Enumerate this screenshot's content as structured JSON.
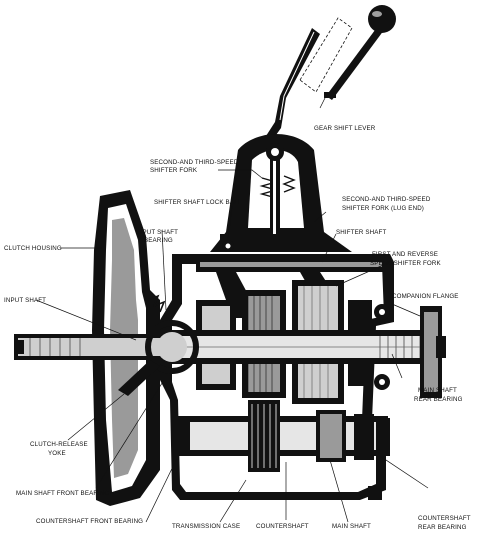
{
  "figure": {
    "labels": {
      "gear_shift_lever": "GEAR SHIFT LEVER",
      "second_third_fork_1": "SECOND-AND THIRD-SPEED",
      "second_third_fork_2": "SHIFTER FORK",
      "second_third_lug_1": "SECOND-AND THIRD-SPEED",
      "second_third_lug_2": "SHIFTER FORK (LUG END)",
      "lock_ball": "SHIFTER SHAFT LOCK BALL",
      "clutch_housing": "CLUTCH HOUSING",
      "input_shaft_bearing_1": "INPUT SHAFT",
      "input_shaft_bearing_2": "BEARING",
      "shifter_shaft": "SHIFTER SHAFT",
      "first_reverse_1": "FIRST AND REVERSE",
      "first_reverse_2": "SPEED SHIFTER FORK",
      "input_shaft": "INPUT SHAFT",
      "companion_flange": "COMPANION FLANGE",
      "main_shaft_rear_1": "MAIN SHAFT",
      "main_shaft_rear_2": "REAR BEARING",
      "clutch_release_1": "CLUTCH-RELEASE",
      "clutch_release_2": "YOKE",
      "main_shaft_front": "MAIN SHAFT FRONT BEARING",
      "countershaft_front": "COUNTERSHAFT FRONT BEARING",
      "transmission_case": "TRANSMISSION CASE",
      "countershaft": "COUNTERSHAFT",
      "main_shaft": "MAIN SHAFT",
      "countershaft_rear_1": "COUNTERSHAFT",
      "countershaft_rear_2": "REAR BEARING"
    }
  }
}
